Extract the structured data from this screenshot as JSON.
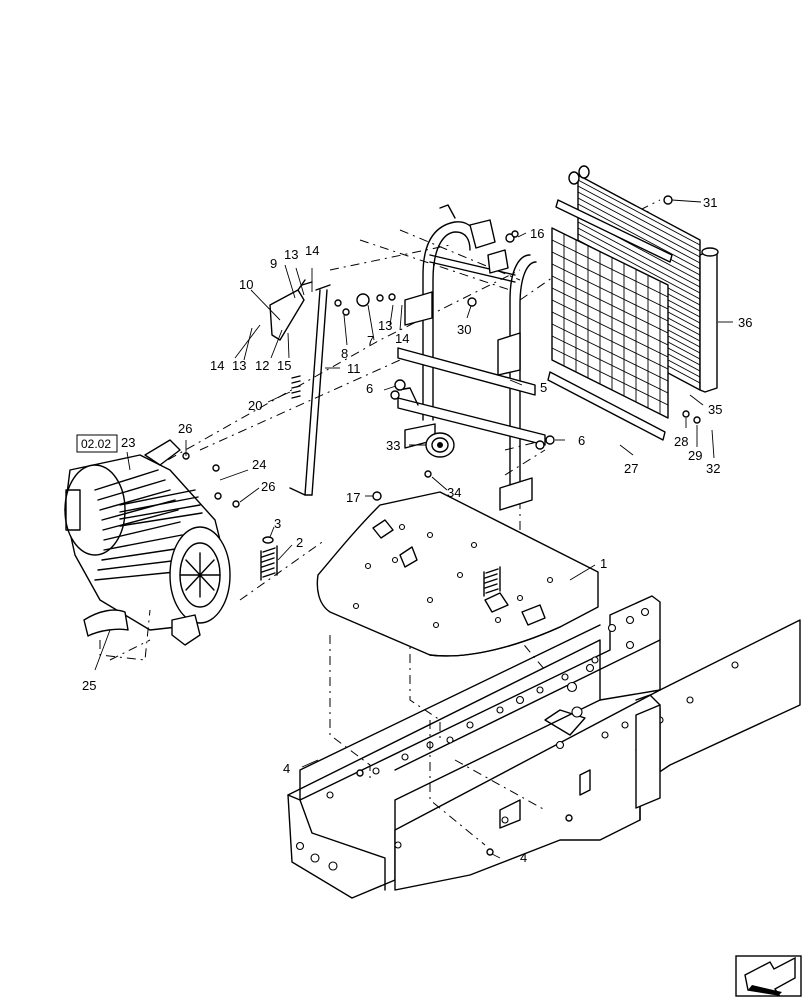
{
  "reference_box": "02.02",
  "callouts": {
    "c1": "1",
    "c2": "2",
    "c3": "3",
    "c4a": "4",
    "c4b": "4",
    "c5": "5",
    "c6a": "6",
    "c6b": "6",
    "c7": "7",
    "c8": "8",
    "c9": "9",
    "c10": "10",
    "c11": "11",
    "c12": "12",
    "c13a": "13",
    "c13b": "13",
    "c13c": "13",
    "c14a": "14",
    "c14b": "14",
    "c14c": "14",
    "c15": "15",
    "c16": "16",
    "c17": "17",
    "c20": "20",
    "c23": "23",
    "c24": "24",
    "c25": "25",
    "c26a": "26",
    "c26b": "26",
    "c27": "27",
    "c28": "28",
    "c29": "29",
    "c30": "30",
    "c31": "31",
    "c32": "32",
    "c33": "33",
    "c34": "34",
    "c35": "35",
    "c36": "36"
  },
  "nav_icon": "next-page-arrow-icon"
}
